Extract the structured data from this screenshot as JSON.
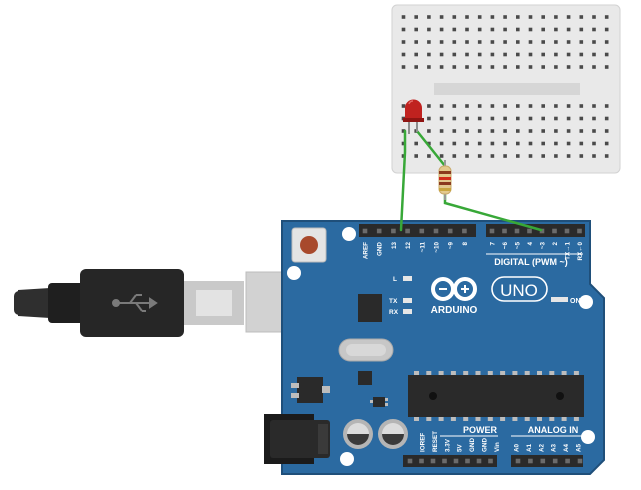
{
  "board": {
    "brand": "ARDUINO",
    "model": "UNO",
    "on_label": "ON",
    "digital_header_title": "DIGITAL (PWM ~)",
    "power_header_title": "POWER",
    "analog_header_title": "ANALOG IN",
    "led_labels": {
      "l": "L",
      "tx": "TX",
      "rx": "RX"
    },
    "digital_pins_left": [
      "AREF",
      "GND",
      "13",
      "12",
      "~11",
      "~10",
      "~9",
      "8"
    ],
    "digital_pins_right": [
      "7",
      "~6",
      "~5",
      "4",
      "~3",
      "2",
      "TX→1",
      "RX←0"
    ],
    "power_pins": [
      "IOREF",
      "RESET",
      "3.3V",
      "5V",
      "GND",
      "GND",
      "Vin"
    ],
    "analog_pins": [
      "A0",
      "A1",
      "A2",
      "A3",
      "A4",
      "A5"
    ]
  },
  "components": {
    "usb_cable": "usb-b-cable",
    "led": "red-led",
    "resistor": "resistor",
    "breadboard": "mini-breadboard"
  },
  "colors": {
    "board": "#2b6aa1",
    "board_dark": "#1f4f7a",
    "wire": "#38a838",
    "led": "#c0221f",
    "header": "#2a2a2a"
  }
}
